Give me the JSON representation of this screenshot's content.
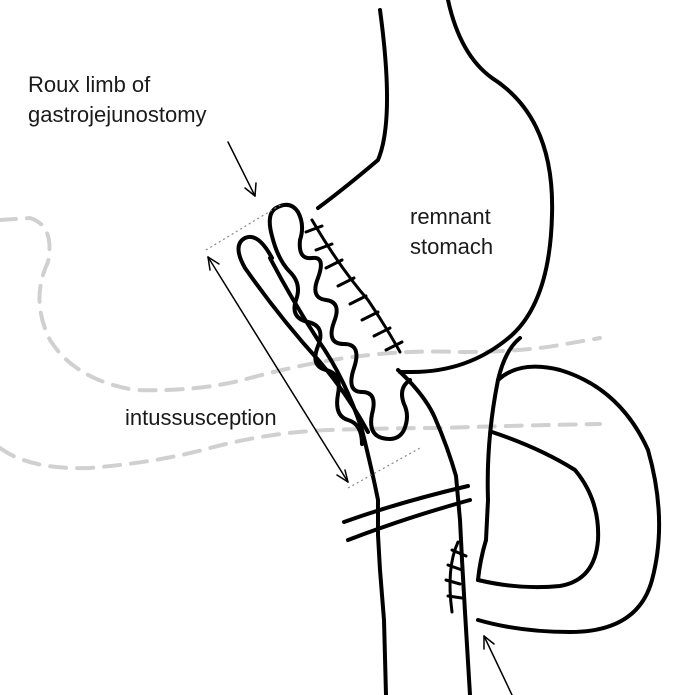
{
  "labels": {
    "roux_line1": "Roux limb of",
    "roux_line2": "gastrojejunostomy",
    "stomach_line1": "remnant",
    "stomach_line2": "stomach",
    "intussusception": "intussusception"
  },
  "colors": {
    "line": "#000000",
    "dashed_outline": "#d0d0d0",
    "dotted_guide": "#888888",
    "text": "#1a1a1a",
    "background": "#ffffff"
  }
}
